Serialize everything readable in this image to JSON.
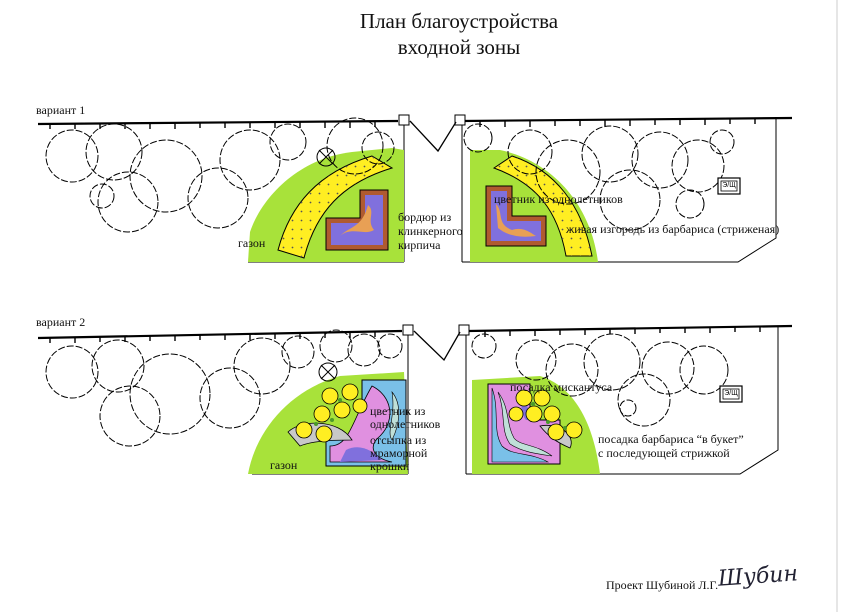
{
  "title_line1": "План благоустройства",
  "title_line2": "входной зоны",
  "variant1": {
    "label": "вариант 1",
    "lawn": "газон",
    "border_line1": "бордюр из",
    "border_line2": "клинкерного",
    "border_line3": "кирпича",
    "flowerbed": "цветник из однолетников",
    "hedge": "живая изгородь из барбариса (стриженая)"
  },
  "variant2": {
    "label": "вариант 2",
    "lawn": "газон",
    "flowerbed_line1": "цветник из",
    "flowerbed_line2": "однолетников",
    "marble_line1": "отсыпка из",
    "marble_line2": "мраморной",
    "marble_line3": "крошки",
    "miscanthus": "посадка мискантуса",
    "barberry_line1": "посадка барбариса “в букет”",
    "barberry_line2": "с последующей стрижкой"
  },
  "sign_text": "Э/Щ",
  "author": "Проект Шубиной Л.Г.",
  "signature": "Шубин",
  "colors": {
    "lawn": "#a8e23a",
    "yellow": "#ffee22",
    "purple": "#8070dd",
    "orange": "#e8a055",
    "brick": "#b05a30",
    "pink": "#e090e0",
    "marble_blue": "#7ac0e8",
    "marble_light": "#bfe0d8",
    "gray_stone": "#c8c8c8"
  }
}
